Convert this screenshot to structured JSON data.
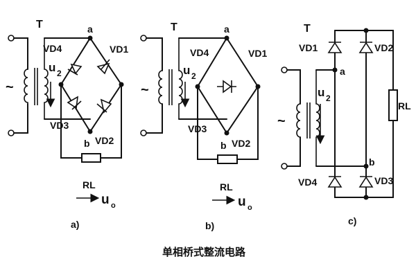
{
  "caption": "单相桥式整流电路",
  "panels": [
    {
      "sublabel": "a)",
      "labels": {
        "T": "T",
        "a": "a",
        "b": "b",
        "u": "u",
        "u_sub": "2",
        "vd1": "VD1",
        "vd2": "VD2",
        "vd3": "VD3",
        "vd4": "VD4",
        "rl": "RL",
        "uo": "u",
        "uo_sub": "o",
        "ac": "~"
      }
    },
    {
      "sublabel": "b)",
      "labels": {
        "T": "T",
        "a": "a",
        "b": "b",
        "u": "u",
        "u_sub": "2",
        "vd1": "VD1",
        "vd2": "VD2",
        "vd3": "VD3",
        "vd4": "VD4",
        "rl": "RL",
        "uo": "u",
        "uo_sub": "o",
        "ac": "~"
      }
    },
    {
      "sublabel": "c)",
      "labels": {
        "T": "T",
        "a": "a",
        "b": "b",
        "u": "u",
        "u_sub": "2",
        "vd1": "VD1",
        "vd2": "VD2",
        "vd3": "VD3",
        "vd4": "VD4",
        "rl": "RL",
        "ac": "~"
      }
    }
  ]
}
